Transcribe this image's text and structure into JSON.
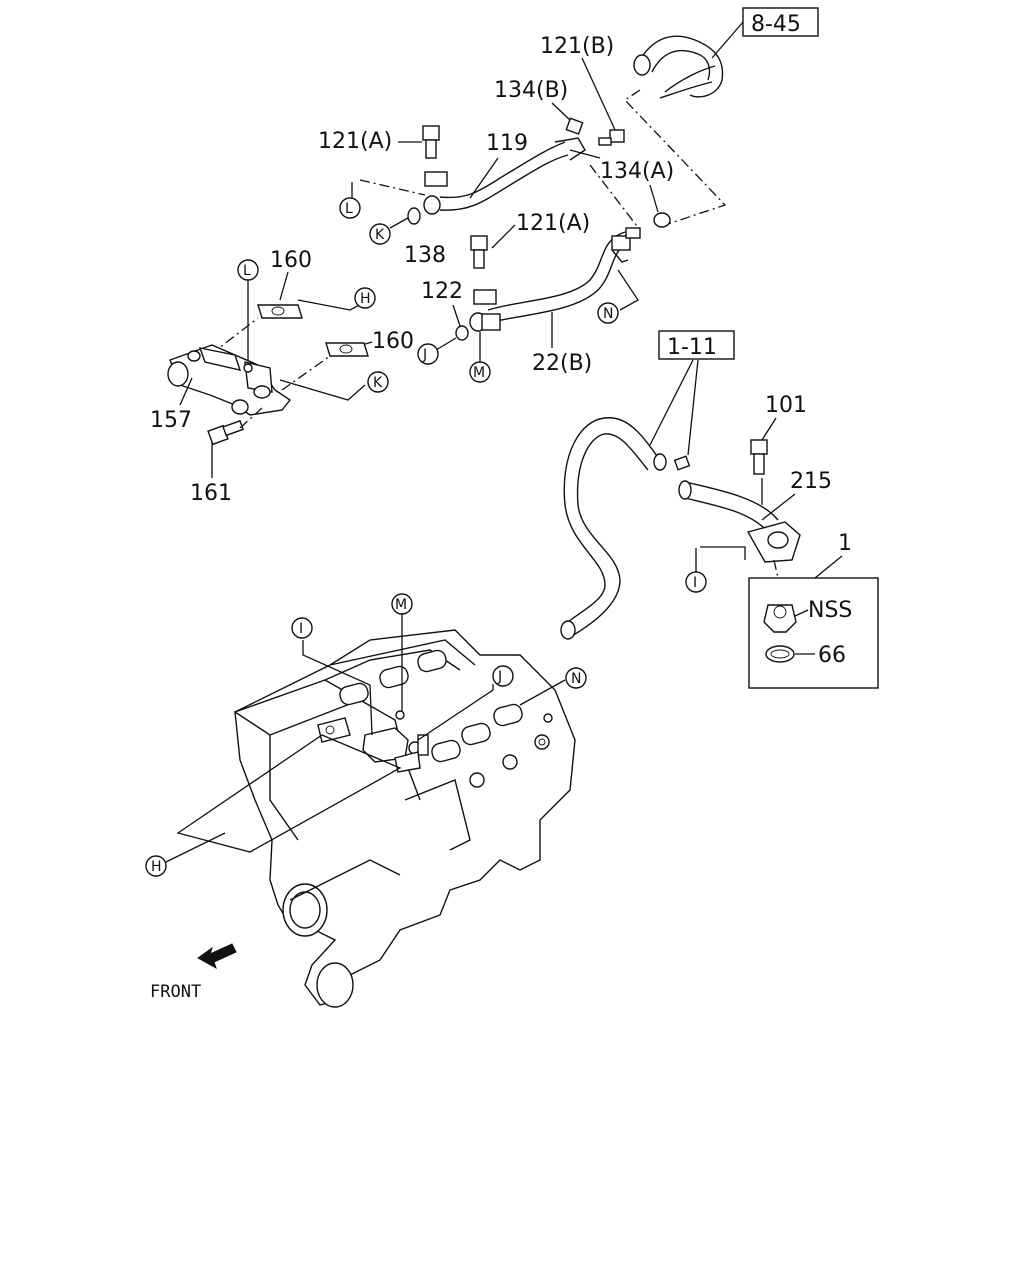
{
  "refs": {
    "r845": "8-45",
    "r111": "1-11"
  },
  "parts": {
    "p121b": "121(B)",
    "p134b": "134(B)",
    "p121a_top": "121(A)",
    "p119": "119",
    "p134a": "134(A)",
    "p138": "138",
    "p121a_mid": "121(A)",
    "p122": "122",
    "p22b": "22(B)",
    "p160_top": "160",
    "p160_mid": "160",
    "p157": "157",
    "p161": "161",
    "p101": "101",
    "p215": "215",
    "p1": "1",
    "pNSS": "NSS",
    "p66": "66"
  },
  "markers": {
    "L": "L",
    "K": "K",
    "J": "J",
    "M": "M",
    "N": "N",
    "H": "H",
    "I": "I"
  },
  "front_label": "FRONT"
}
